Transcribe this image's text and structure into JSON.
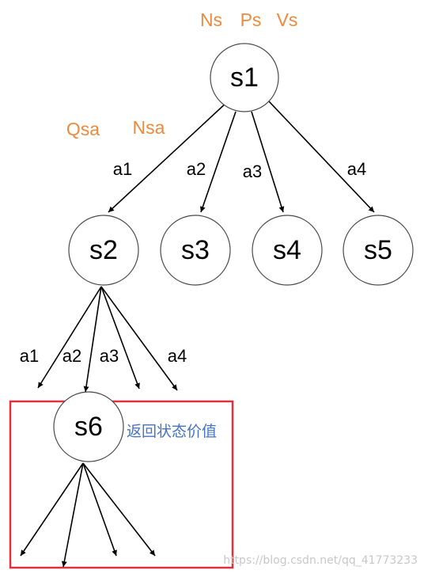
{
  "colors": {
    "stat_text": "#ee8a3c",
    "note_text": "#4472c4",
    "highlight_box": "#e0323c",
    "node_stroke": "#4a4a4a",
    "edge": "#000000"
  },
  "root_stats": [
    "Ns",
    "Ps",
    "Vs"
  ],
  "edge_stats": [
    "Qsa",
    "Nsa"
  ],
  "nodes": {
    "s1": "s1",
    "s2": "s2",
    "s3": "s3",
    "s4": "s4",
    "s5": "s5",
    "s6": "s6"
  },
  "level1_actions": [
    "a1",
    "a2",
    "a3",
    "a4"
  ],
  "level2_actions": [
    "a1",
    "a2",
    "a3",
    "a4"
  ],
  "note": "返回状态价值",
  "watermark": "https://blog.csdn.net/qq_41773233"
}
